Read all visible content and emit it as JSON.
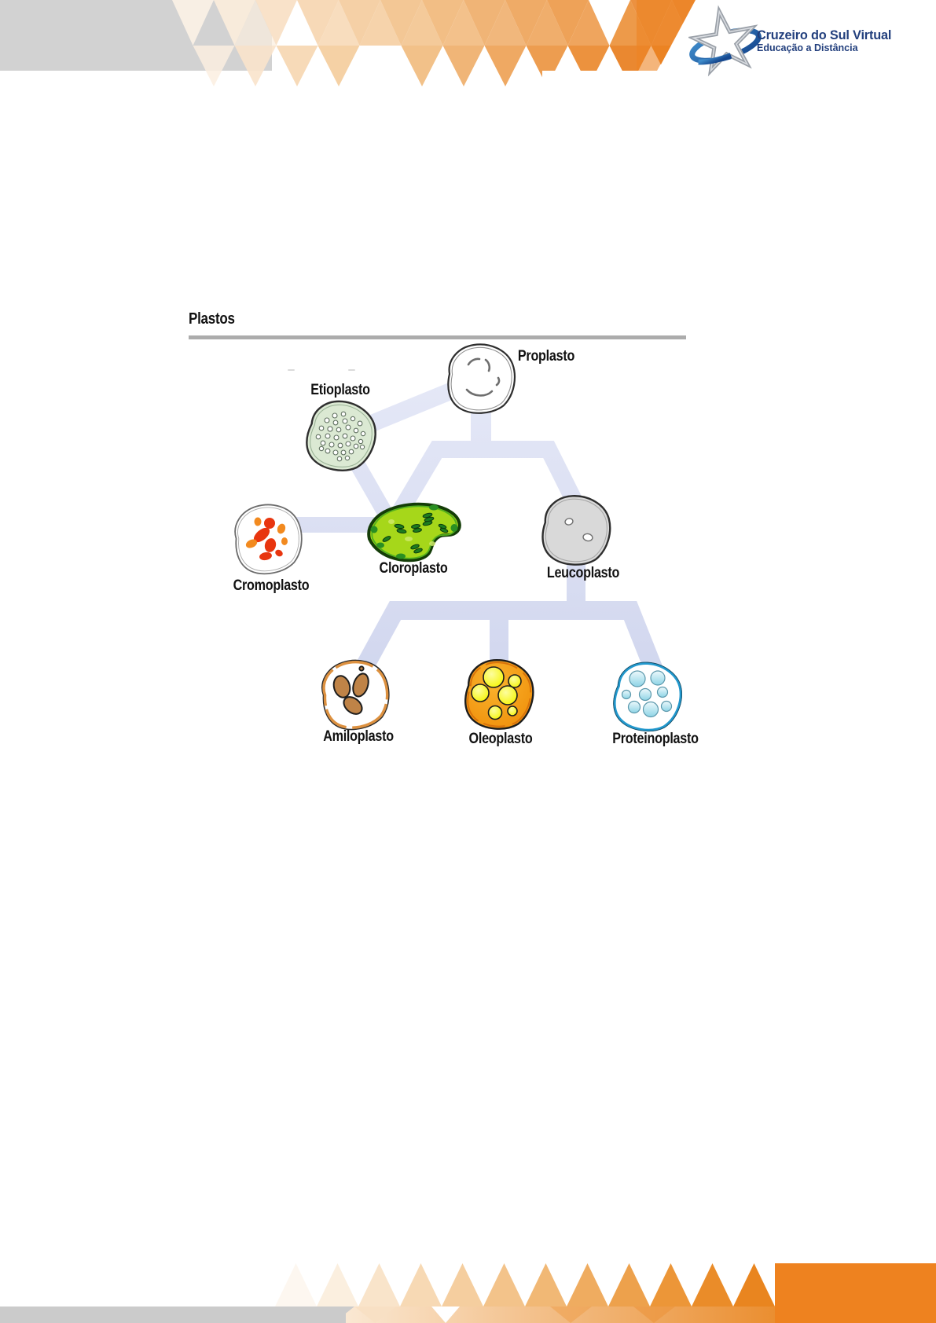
{
  "header": {
    "logo": {
      "icon": "star-orbit-icon",
      "title": "Cruzeiro do Sul Virtual",
      "subtitle": "Educação a Distância",
      "brand_blue": "#223f7d"
    },
    "accent_orange": "#ee821f",
    "accent_gray": "#d2d2d2"
  },
  "diagram": {
    "title": "Plastos",
    "connector_color": "#dce0f2",
    "nodes": [
      {
        "id": "proplasto",
        "label": "Proplasto"
      },
      {
        "id": "etioplasto",
        "label": "Etioplasto"
      },
      {
        "id": "cloroplasto",
        "label": "Cloroplasto"
      },
      {
        "id": "cromoplasto",
        "label": "Cromoplasto"
      },
      {
        "id": "leucoplasto",
        "label": "Leucoplasto"
      },
      {
        "id": "amiloplasto",
        "label": "Amiloplasto"
      },
      {
        "id": "oleoplasto",
        "label": "Oleoplasto"
      },
      {
        "id": "proteinoplasto",
        "label": "Proteinoplasto"
      }
    ],
    "edges": [
      [
        "proplasto",
        "etioplasto"
      ],
      [
        "proplasto",
        "cloroplasto"
      ],
      [
        "proplasto",
        "leucoplasto"
      ],
      [
        "etioplasto",
        "cloroplasto"
      ],
      [
        "cromoplasto",
        "cloroplasto"
      ],
      [
        "leucoplasto",
        "amiloplasto"
      ],
      [
        "leucoplasto",
        "oleoplasto"
      ],
      [
        "leucoplasto",
        "proteinoplasto"
      ]
    ],
    "palette": {
      "etioplasto": "#dbe9d3",
      "cloroplasto": "#a6d71a",
      "cromoplasto_red": "#e8350f",
      "cromoplasto_orange": "#f28a1f",
      "leucoplasto": "#d9d9d9",
      "amiloplasto": "#bf8347",
      "oleoplasto": "#f39c12",
      "proteinoplasto": "#39a7d9"
    }
  }
}
